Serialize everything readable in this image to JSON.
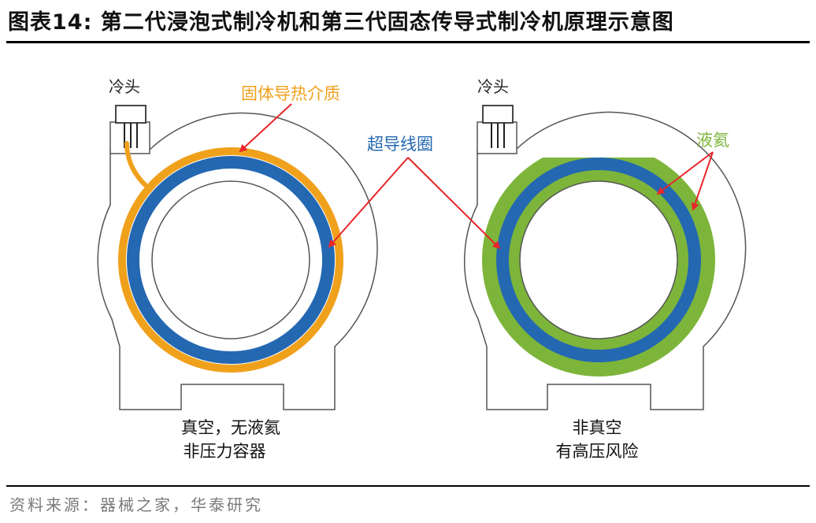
{
  "title": "图表14:   第二代浸泡式制冷机和第三代固态传导式制冷机原理示意图",
  "left_diagram": {
    "cold_head_label": "冷头",
    "solid_medium_label": "固体导热介质",
    "caption_line1": "真空，无液氦",
    "caption_line2": "非压力容器"
  },
  "center_label": "超导线圈",
  "right_diagram": {
    "cold_head_label": "冷头",
    "liquid_helium_label": "液氦",
    "caption_line1": "非真空",
    "caption_line2": "有高压风险"
  },
  "source": "资料来源：器械之家，华泰研究",
  "colors": {
    "solid_medium": "#F0A11C",
    "coil": "#2468B2",
    "liquid_helium": "#7DB53A",
    "arrow": "#E8262A",
    "outline": "#555555"
  }
}
